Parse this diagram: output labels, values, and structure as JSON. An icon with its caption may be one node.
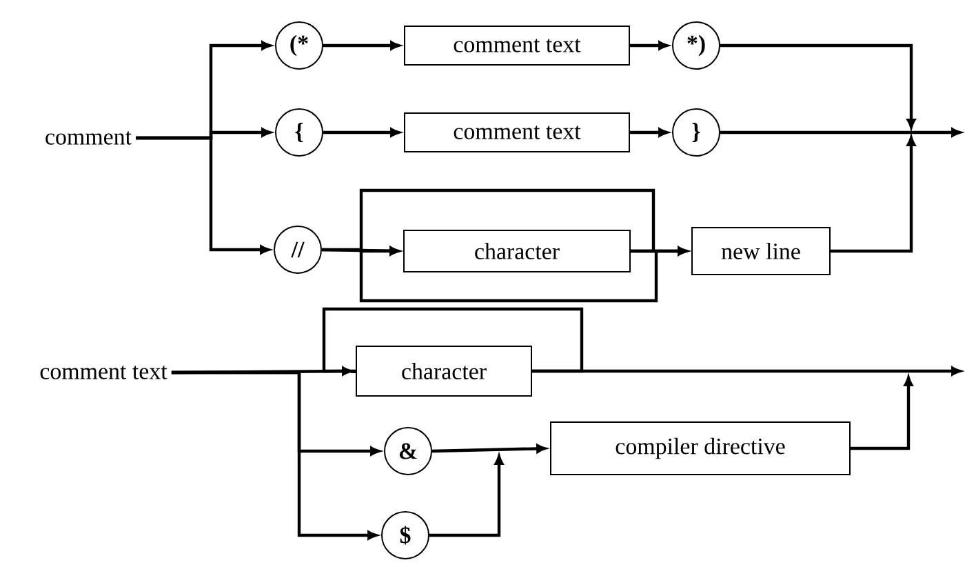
{
  "diagram": {
    "nodes": [
      {
        "text": [
          "comment"
        ]
      },
      {
        "text": [
          "(*"
        ]
      },
      {
        "text": [
          "comment text"
        ]
      },
      {
        "text": [
          "*)"
        ]
      },
      {
        "text": [
          "{"
        ]
      },
      {
        "text": [
          "comment text"
        ]
      },
      {
        "text": [
          "}"
        ]
      },
      {
        "text": [
          "//"
        ]
      },
      {
        "text": [
          "character"
        ]
      },
      {
        "text": [
          "new line"
        ]
      },
      {
        "text": [
          "comment text"
        ]
      },
      {
        "text": [
          "character"
        ]
      },
      {
        "text": [
          "&"
        ]
      },
      {
        "text": [
          "$"
        ]
      },
      {
        "text": [
          "compiler directive"
        ]
      }
    ],
    "edges": [
      {
        "from": 0,
        "to": 1,
        "arrow": "to"
      },
      {
        "from": 0,
        "to": 4,
        "arrow": "to"
      },
      {
        "from": 0,
        "to": 7,
        "arrow": "to"
      },
      {
        "from": 1,
        "to": 2,
        "arrow": "to"
      },
      {
        "from": 2,
        "to": 3,
        "arrow": "to"
      },
      {
        "from": 3,
        "to": null,
        "arrow": "to"
      },
      {
        "from": 4,
        "to": 5,
        "arrow": "to"
      },
      {
        "from": 5,
        "to": 6,
        "arrow": "to"
      },
      {
        "from": 6,
        "to": null,
        "arrow": "to"
      },
      {
        "from": 7,
        "to": 8,
        "arrow": "to"
      },
      {
        "from": 8,
        "to": 8,
        "arrow": "to"
      },
      {
        "from": 7,
        "to": 9,
        "arrow": "to"
      },
      {
        "from": 8,
        "to": 9,
        "arrow": "to"
      },
      {
        "from": 9,
        "to": null,
        "arrow": "to"
      },
      {
        "from": 10,
        "to": 11,
        "arrow": "none"
      },
      {
        "from": 11,
        "to": 11,
        "arrow": "to"
      },
      {
        "from": 10,
        "to": 12,
        "arrow": "to"
      },
      {
        "from": 10,
        "to": 13,
        "arrow": "to"
      },
      {
        "from": 12,
        "to": 14,
        "arrow": "to"
      },
      {
        "from": 13,
        "to": 14,
        "arrow": "to"
      },
      {
        "from": 11,
        "to": null,
        "arrow": "to"
      },
      {
        "from": 14,
        "to": null,
        "arrow": "to"
      }
    ]
  }
}
